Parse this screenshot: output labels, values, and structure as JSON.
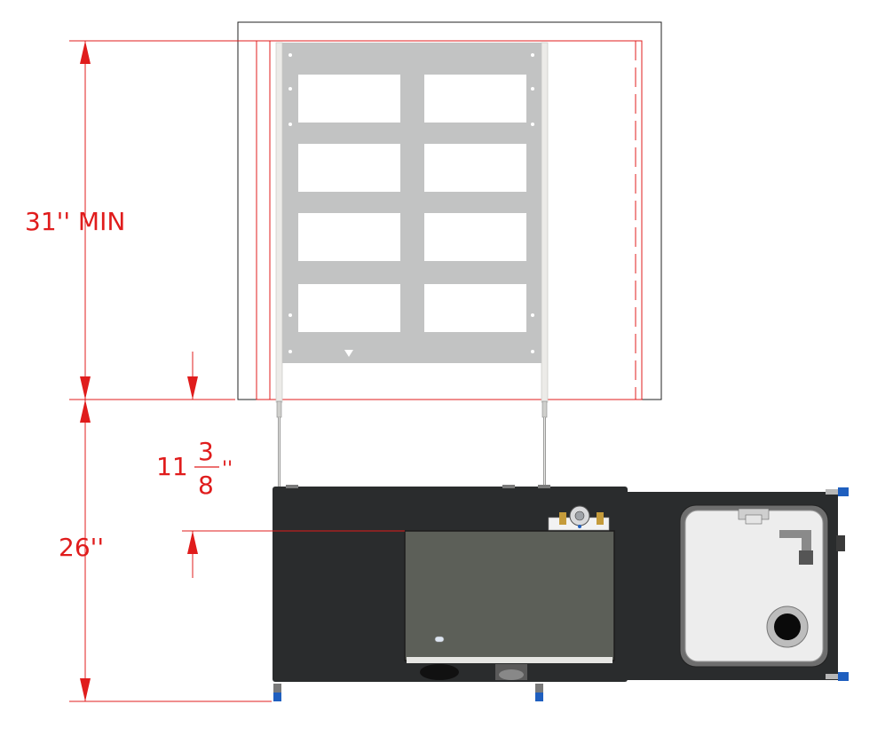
{
  "dimensions": {
    "overhead_clearance": "31'' MIN",
    "offset_whole": "11",
    "offset_num": "3",
    "offset_den": "8",
    "offset_unit": "''",
    "unit_depth": "26''"
  },
  "colors": {
    "dimension": "#e01c1c",
    "cabinet": "#2a2c2d",
    "rack": "#c2c3c3",
    "drawer": "#5c5f58",
    "sink": "#ededed",
    "valve": "#1f5fbf"
  }
}
